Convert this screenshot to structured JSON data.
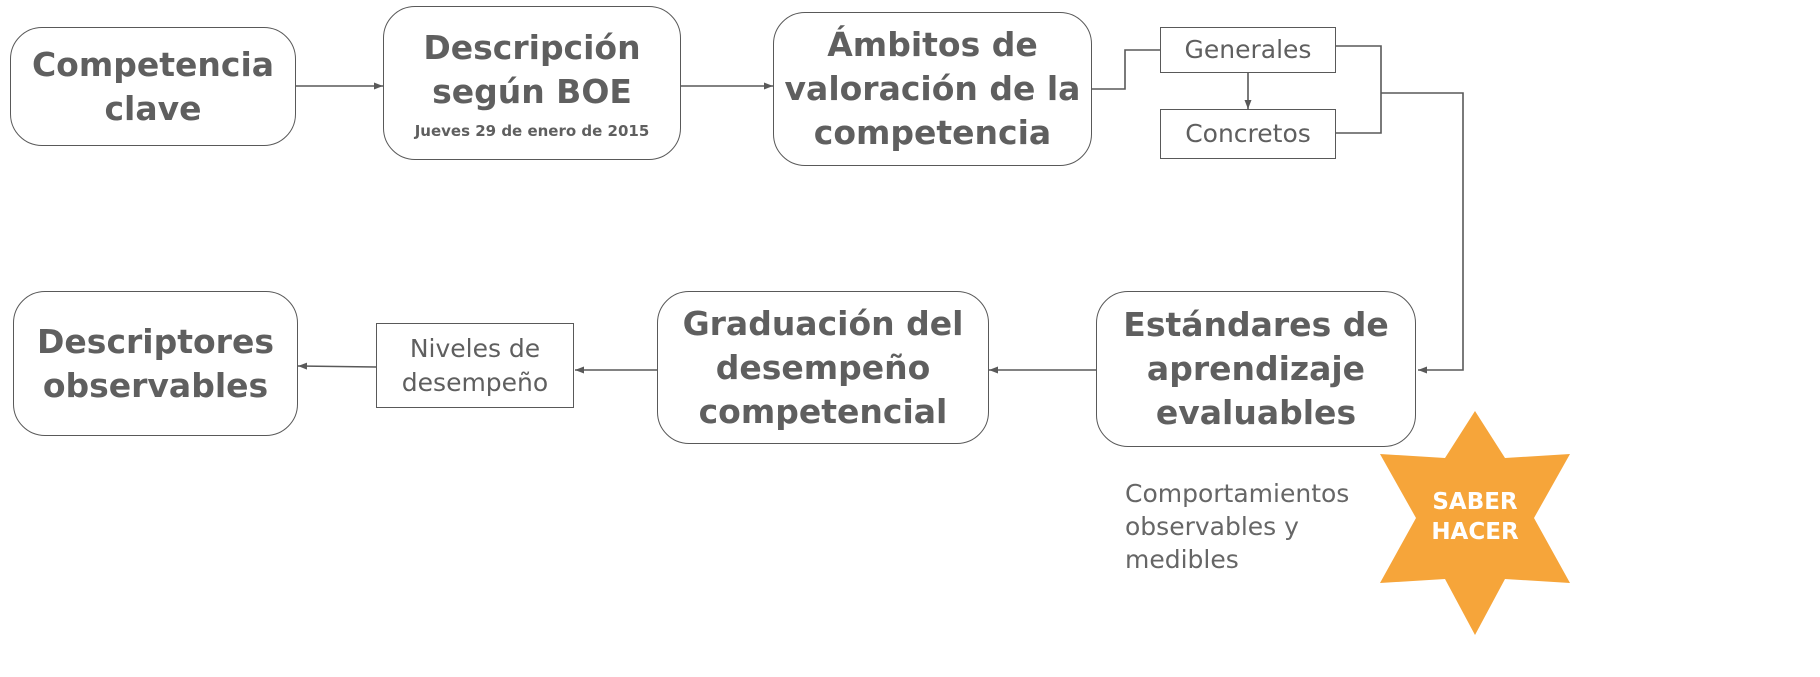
{
  "nodes": {
    "competencia": {
      "lines": [
        "Competencia",
        "clave"
      ]
    },
    "descripcion": {
      "lines": [
        "Descripción",
        "según BOE"
      ],
      "note": "Jueves 29 de enero de 2015"
    },
    "ambitos": {
      "lines": [
        "Ámbitos de",
        "valoración de la",
        "competencia"
      ]
    },
    "generales": {
      "label": "Generales"
    },
    "concretos": {
      "label": "Concretos"
    },
    "estandares": {
      "lines": [
        "Estándares de",
        "aprendizaje",
        "evaluables"
      ]
    },
    "graduacion": {
      "lines": [
        "Graduación del",
        "desempeño",
        "competencial"
      ]
    },
    "niveles": {
      "lines": [
        "Niveles de",
        "desempeño"
      ]
    },
    "descriptores": {
      "lines": [
        "Descriptores",
        "observables"
      ]
    }
  },
  "note": {
    "lines": [
      "Comportamientos",
      "observables y",
      "medibles"
    ]
  },
  "badge": {
    "lines": [
      "SABER",
      "HACER"
    ],
    "color": "#f6a53a"
  },
  "colors": {
    "stroke": "#595959",
    "text": "#5f5f5f"
  }
}
